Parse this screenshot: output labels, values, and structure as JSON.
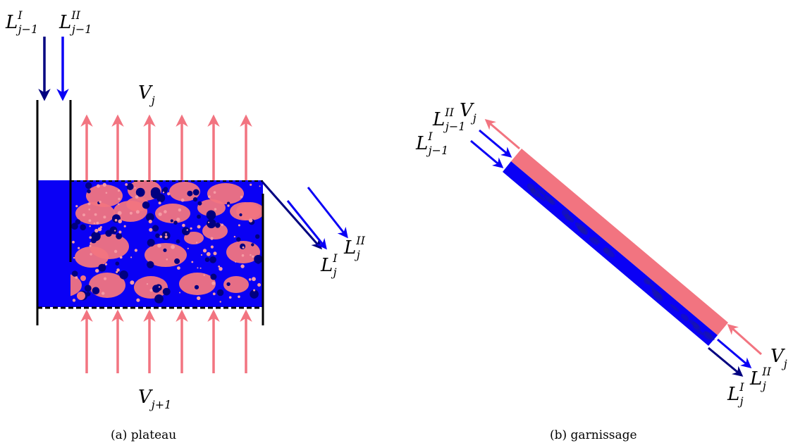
{
  "colors": {
    "liquid": "#0a00f5",
    "liquid_dark": "#000080",
    "vapor": "#f27480",
    "vapor_light": "#f59aa4",
    "wall": "#000000"
  },
  "plate": {
    "caption": "(a) plateau",
    "labels": {
      "liquid_in_1": {
        "base": "L",
        "sup": "I",
        "sub": "j−1"
      },
      "liquid_in_2": {
        "base": "L",
        "sup": "II",
        "sub": "j−1"
      },
      "vapor_out": {
        "base": "V",
        "sup": "",
        "sub": "j"
      },
      "vapor_in": {
        "base": "V",
        "sup": "",
        "sub": "j+1"
      },
      "liquid_out_1": {
        "base": "L",
        "sup": "I",
        "sub": "j"
      },
      "liquid_out_2": {
        "base": "L",
        "sup": "II",
        "sub": "j"
      }
    }
  },
  "packing": {
    "caption": "(b) garnissage",
    "labels": {
      "vapor_out": {
        "base": "V",
        "sup": "",
        "sub": "j"
      },
      "liquid_in_2": {
        "base": "L",
        "sup": "II",
        "sub": "j−1"
      },
      "liquid_in_1": {
        "base": "L",
        "sup": "I",
        "sub": "j−1"
      },
      "vapor_in": {
        "base": "V",
        "sup": "",
        "sub": "j"
      },
      "liquid_out_2": {
        "base": "L",
        "sup": "II",
        "sub": "j"
      },
      "liquid_out_1": {
        "base": "L",
        "sup": "I",
        "sub": "j"
      }
    }
  }
}
